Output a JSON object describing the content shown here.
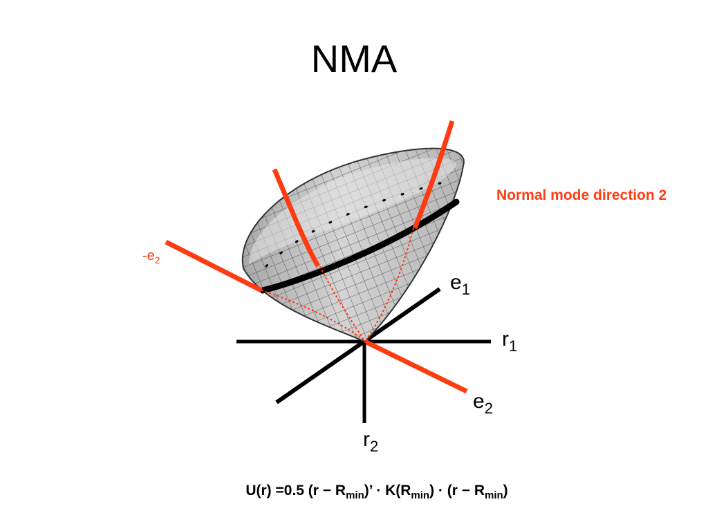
{
  "slide": {
    "title": "NMA"
  },
  "colors": {
    "mode": "#ff3b12",
    "axis": "#000000",
    "surface": "#c8c8c8"
  },
  "labels": {
    "normal_mode": "Normal mode direction 2",
    "neg_e2": {
      "base": "-e",
      "sub": "2"
    },
    "e1": {
      "base": "e",
      "sub": "1"
    },
    "r1": {
      "base": "r",
      "sub": "1"
    },
    "e2": {
      "base": "e",
      "sub": "2"
    },
    "r2": {
      "base": "r",
      "sub": "2"
    }
  },
  "formula": {
    "p1": "U(r) =0.5 (r − R",
    "s1": "min",
    "p2": ")’ · K(R",
    "s2": "min",
    "p3": ") · (r − R",
    "s3": "min",
    "p4": ")"
  }
}
